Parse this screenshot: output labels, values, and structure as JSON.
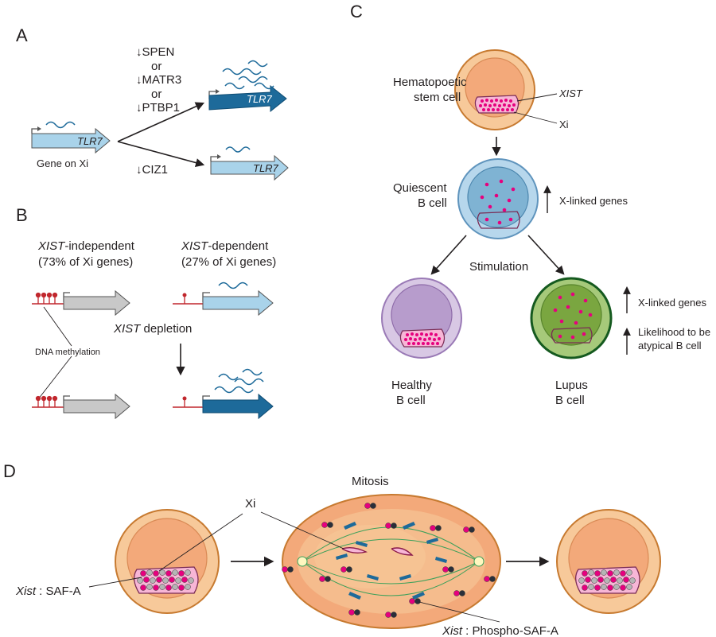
{
  "panel_a": {
    "letter": "A",
    "up_conditions": [
      "SPEN",
      "or",
      "MATR3",
      "or",
      "PTBP1"
    ],
    "down_condition": "CIZ1",
    "gene": "TLR7",
    "gene_on_xi": "Gene on Xi"
  },
  "panel_b": {
    "letter": "B",
    "independent_title_italic": "XIST",
    "independent_title_rest": "-independent",
    "independent_pct": "(73% of Xi genes)",
    "dependent_title_italic": "XIST",
    "dependent_title_rest": "-dependent",
    "dependent_pct": "(27% of Xi genes)",
    "depletion_italic": "XIST",
    "depletion_rest": " depletion",
    "methylation": "DNA methylation"
  },
  "panel_c": {
    "letter": "C",
    "hsc_line1": "Hematopoetic",
    "hsc_line2": "stem cell",
    "xist": "XIST",
    "xi": "Xi",
    "quiescent_line1": "Quiescent",
    "quiescent_line2": "B cell",
    "x_linked": "X-linked genes",
    "stimulation": "Stimulation",
    "healthy_line1": "Healthy",
    "healthy_line2": "B cell",
    "lupus_line1": "Lupus",
    "lupus_line2": "B cell",
    "x_linked_2": "X-linked genes",
    "atypical_line1": "Likelihood to be",
    "atypical_line2": "atypical B cell"
  },
  "panel_d": {
    "letter": "D",
    "mitosis": "Mitosis",
    "xi": "Xi",
    "saf_italic": "Xist",
    "saf_rest": " : SAF-A",
    "phospho_italic": "Xist",
    "phospho_rest": " : Phospho-SAF-A"
  },
  "colors": {
    "light_blue": "#a9d3ea",
    "dark_blue": "#1d6a9a",
    "grey": "#c8c8c8",
    "magenta": "#e6007e",
    "red": "#c1272d",
    "orange_outer": "#f7c99a",
    "orange_inner": "#f3a97a",
    "purple": "#b79ccc",
    "green": "#7aa640"
  }
}
